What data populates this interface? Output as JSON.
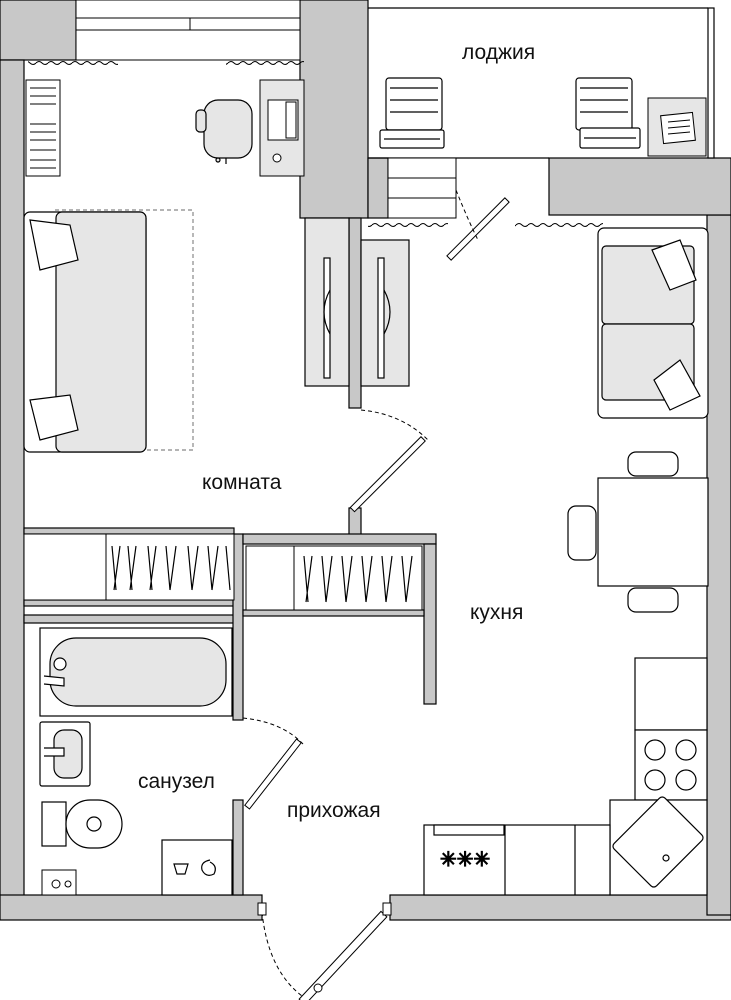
{
  "rooms": {
    "loggia": "лоджия",
    "room": "комната",
    "kitchen": "кухня",
    "bathroom": "санузел",
    "hallway": "прихожая"
  },
  "colors": {
    "wall": "#c8c8c8",
    "wall_stroke": "#000000",
    "furniture_fill": "#e6e6e6",
    "background": "#ffffff"
  }
}
